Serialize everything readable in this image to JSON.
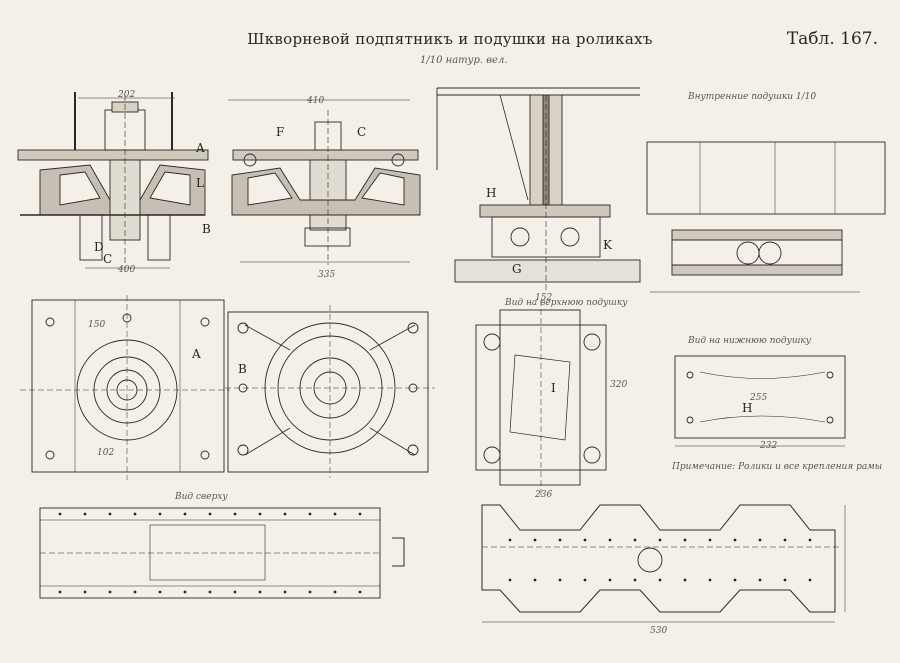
{
  "title": "Шкворневой подпятникъ и подушки на роликахъ",
  "table_label": "Табл. 167.",
  "subtitle": "1/10 натур. вел.",
  "view_labels": {
    "A": "A",
    "L": "L",
    "B": "B",
    "C": "C",
    "D": "D",
    "F": "F",
    "G": "G",
    "H": "H",
    "I": "I",
    "K": "K"
  },
  "captions": {
    "roller_pad_view": "Внутренние подушки 1/10",
    "upper_pad": "Вид на верхнюю подушку",
    "lower_pad": "Вид на нижнюю подушку",
    "note": "Примечание: Ролики и все крепления рамы",
    "beam_view": "Вид сверху"
  },
  "dimension_samples": [
    "202",
    "410",
    "335",
    "400",
    "102",
    "150",
    "255",
    "320",
    "236",
    "530",
    "232",
    "152"
  ]
}
